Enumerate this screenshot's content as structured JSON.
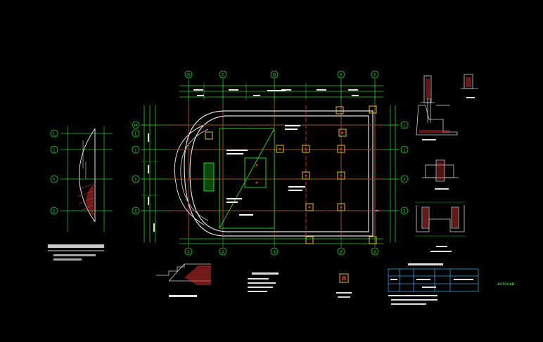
{
  "colors": {
    "background": "#000000",
    "grid": "#22cc22",
    "wall": "#e0e0e0",
    "dimension": "#22cc22",
    "beam": "#d03030",
    "column": "#e6c020",
    "slab": "#22cc22",
    "annotation": "#ffffff",
    "detail": "#d0d0d0",
    "title_block": "#33a0e0",
    "hatch": "#d03030",
    "stamp": "#22cc22"
  },
  "grid_labels": {
    "top": [
      "①",
      "②",
      "③",
      "④",
      "⑤"
    ],
    "left": [
      "M",
      "L",
      "J",
      "F",
      "E"
    ],
    "right": [
      "L",
      "J",
      "F",
      "E"
    ],
    "side_left": [
      "L",
      "J",
      "F",
      "E"
    ],
    "top_letters": [
      "B",
      "C",
      "D",
      "E",
      "F"
    ]
  },
  "stamp_text": "AUTOCAD"
}
